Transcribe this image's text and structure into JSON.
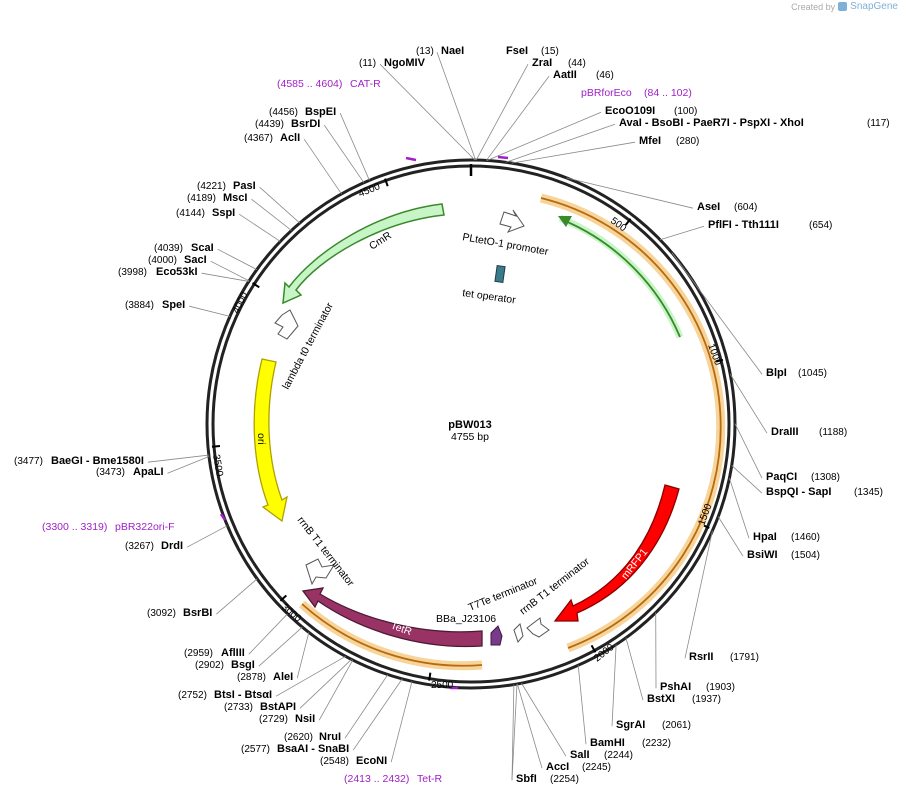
{
  "credit": {
    "created_by": "Created by",
    "brand": "SnapGene"
  },
  "plasmid": {
    "name": "pBW013",
    "length_label": "4755 bp",
    "length": 4755
  },
  "ticks": [
    "500",
    "1000",
    "1500",
    "2000",
    "2500",
    "3000",
    "3500",
    "4000",
    "4500"
  ],
  "features": [
    {
      "id": "cmr",
      "label": "CmR",
      "color": "#c8f5c8",
      "stroke": "#3a8a2a"
    },
    {
      "id": "ori",
      "label": "ori",
      "color": "#ffff00",
      "stroke": "#c9b000"
    },
    {
      "id": "mrfp1",
      "label": "mRFP1",
      "color": "#ff0000",
      "stroke": "#a00000"
    },
    {
      "id": "tetr",
      "label": "TetR",
      "color": "#993366",
      "stroke": "#5a1f3c"
    },
    {
      "id": "pltet",
      "label": "PLtetO-1 promoter"
    },
    {
      "id": "tetop",
      "label": "tet operator"
    },
    {
      "id": "lambda",
      "label": "lambda t0 terminator"
    },
    {
      "id": "rrnb1",
      "label": "rrnB T1 terminator"
    },
    {
      "id": "rrnb2",
      "label": "rrnB T1 terminator"
    },
    {
      "id": "t7te",
      "label": "T7Te terminator"
    },
    {
      "id": "bba",
      "label": "BBa_J23106"
    }
  ],
  "primers": [
    {
      "pos": "(4585 .. 4604)",
      "name": "CAT-R"
    },
    {
      "pos": "(84 .. 102)",
      "name": "pBRforEco"
    },
    {
      "pos": "(3300 .. 3319)",
      "name": "pBR322ori-F"
    },
    {
      "pos": "(2413 .. 2432)",
      "name": "Tet-R"
    }
  ],
  "sites": [
    {
      "pos": "(13)",
      "name": "NaeI"
    },
    {
      "pos": "(11)",
      "name": "NgoMIV"
    },
    {
      "pos": "(15)",
      "name": "FseI"
    },
    {
      "pos": "(44)",
      "name": "ZraI"
    },
    {
      "pos": "(46)",
      "name": "AatII"
    },
    {
      "pos": "(100)",
      "name": "EcoO109I"
    },
    {
      "pos": "(117)",
      "name": "AvaI   - BsoBI   - PaeR7I   - PspXI   - XhoI"
    },
    {
      "pos": "(280)",
      "name": "MfeI"
    },
    {
      "pos": "(604)",
      "name": "AseI"
    },
    {
      "pos": "(654)",
      "name": "PflFI   - Tth111I"
    },
    {
      "pos": "(1045)",
      "name": "BlpI"
    },
    {
      "pos": "(1188)",
      "name": "DraIII"
    },
    {
      "pos": "(1308)",
      "name": "PaqCI"
    },
    {
      "pos": "(1345)",
      "name": "BspQI   - SapI"
    },
    {
      "pos": "(1460)",
      "name": "HpaI"
    },
    {
      "pos": "(1504)",
      "name": "BsiWI"
    },
    {
      "pos": "(1791)",
      "name": "RsrII"
    },
    {
      "pos": "(1903)",
      "name": "PshAI"
    },
    {
      "pos": "(1937)",
      "name": "BstXI"
    },
    {
      "pos": "(2061)",
      "name": "SgrAI"
    },
    {
      "pos": "(2232)",
      "name": "BamHI"
    },
    {
      "pos": "(2244)",
      "name": "SalI"
    },
    {
      "pos": "(2245)",
      "name": "AccI"
    },
    {
      "pos": "(2254)",
      "name": "SbfI"
    },
    {
      "pos": "(2548)",
      "name": "EcoNI"
    },
    {
      "pos": "(2577)",
      "name": "BsaAI   - SnaBI"
    },
    {
      "pos": "(2620)",
      "name": "NruI"
    },
    {
      "pos": "(2729)",
      "name": "NsiI"
    },
    {
      "pos": "(2733)",
      "name": "BstAPI"
    },
    {
      "pos": "(2752)",
      "name": "BtsI   - BtsαI"
    },
    {
      "pos": "(2878)",
      "name": "AleI"
    },
    {
      "pos": "(2902)",
      "name": "BsgI"
    },
    {
      "pos": "(2959)",
      "name": "AflIII"
    },
    {
      "pos": "(3092)",
      "name": "BsrBI"
    },
    {
      "pos": "(3267)",
      "name": "DrdI"
    },
    {
      "pos": "(3473)",
      "name": "ApaLI"
    },
    {
      "pos": "(3477)",
      "name": "BaeGI   - Bme1580I"
    },
    {
      "pos": "(3884)",
      "name": "SpeI"
    },
    {
      "pos": "(3998)",
      "name": "Eco53kI"
    },
    {
      "pos": "(4000)",
      "name": "SacI"
    },
    {
      "pos": "(4039)",
      "name": "ScaI"
    },
    {
      "pos": "(4144)",
      "name": "SspI"
    },
    {
      "pos": "(4189)",
      "name": "MscI"
    },
    {
      "pos": "(4221)",
      "name": "PasI"
    },
    {
      "pos": "(4367)",
      "name": "AclI"
    },
    {
      "pos": "(4439)",
      "name": "BsrDI"
    },
    {
      "pos": "(4456)",
      "name": "BspEI"
    }
  ]
}
